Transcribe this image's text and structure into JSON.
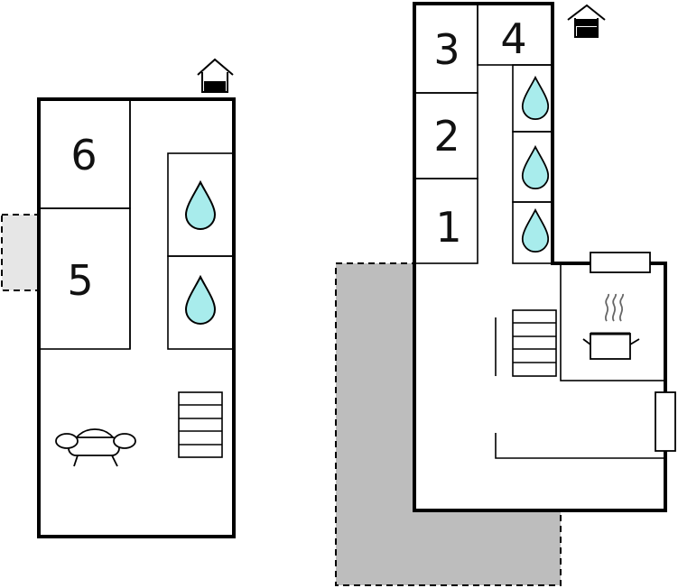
{
  "colors": {
    "wall": "#000000",
    "background": "#ffffff",
    "terrace_light": "#e6e6e6",
    "terrace_dark": "#bdbdbd",
    "water_drop": "#a8ecec"
  },
  "left_floor": {
    "rooms": [
      {
        "number": "6",
        "icon": "bedroom"
      },
      {
        "number": "5",
        "icon": "bedroom"
      }
    ],
    "bathrooms": [
      "water-drop-icon",
      "water-drop-icon"
    ],
    "living_icon": "sofa-icon",
    "stairs_icon": "stairs-icon",
    "entrance_icon": "house-entrance-icon"
  },
  "right_floor": {
    "rooms": [
      {
        "number": "3",
        "icon": "bedroom"
      },
      {
        "number": "4",
        "icon": "bedroom"
      },
      {
        "number": "2",
        "icon": "bedroom"
      },
      {
        "number": "1",
        "icon": "bedroom"
      }
    ],
    "bathrooms": [
      "water-drop-icon",
      "water-drop-icon",
      "water-drop-icon"
    ],
    "kitchen_icon": "cooking-pot-icon",
    "stairs_icon": "stairs-icon",
    "entrance_icon": "house-entrance-icon"
  }
}
